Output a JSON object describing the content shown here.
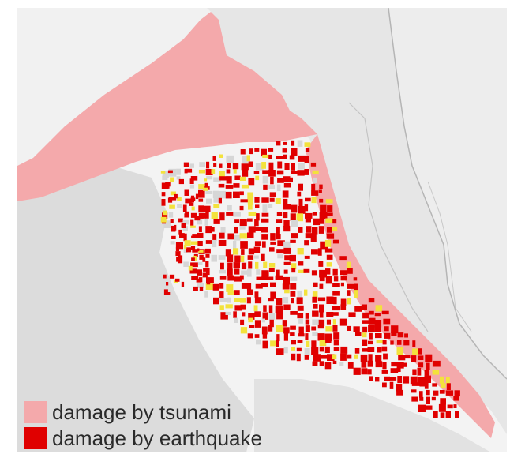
{
  "legend": {
    "items": [
      {
        "label": "damage by tsunami",
        "color": "#f4a9ab",
        "icon": "tsunami-swatch"
      },
      {
        "label": "damage by earthquake",
        "color": "#e00000",
        "icon": "earthquake-swatch"
      }
    ]
  },
  "colors": {
    "water": "#e6e6e6",
    "land": "#f5f5f5",
    "hills": "#d9d9d9",
    "tsunami": "#f4a9ab",
    "earthquake": "#e00000",
    "partial_damage": "#f3e23c",
    "coastline": "#b5b5b5"
  }
}
